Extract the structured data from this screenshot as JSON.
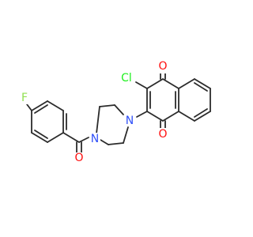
{
  "molecule": {
    "atom_labels": {
      "chlorine": "Cl",
      "oxygen_top": "O",
      "oxygen_bottom": "O",
      "oxygen_amide": "O",
      "nitrogen_upper": "N",
      "nitrogen_lower": "N",
      "fluorine": "F"
    },
    "colors": {
      "bond": "#2b2b2b",
      "oxygen": "#ff0d0d",
      "nitrogen": "#3050f8",
      "chlorine": "#1ff01f",
      "fluorine": "#90e050"
    }
  }
}
